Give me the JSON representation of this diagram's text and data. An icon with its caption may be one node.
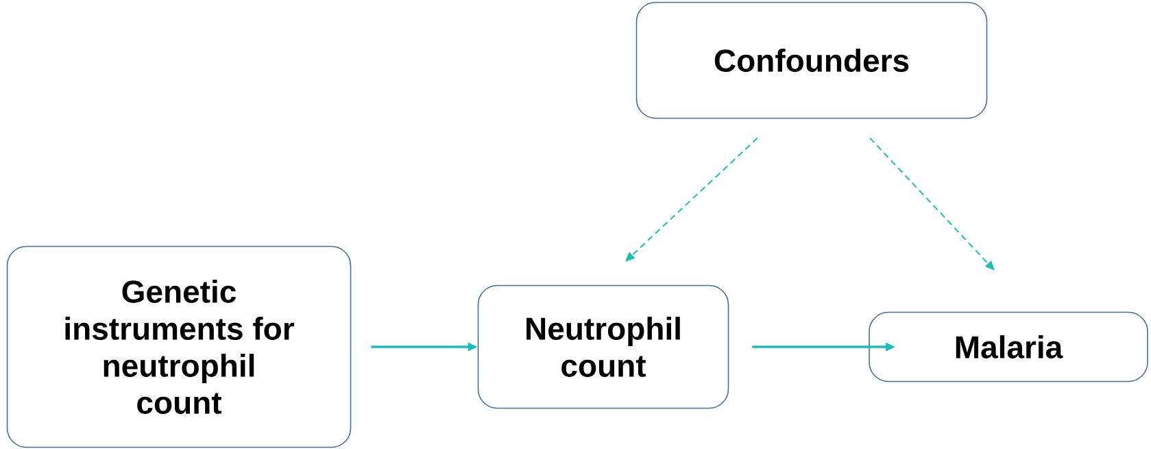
{
  "diagram": {
    "nodes": [
      {
        "text": [
          "Confounders"
        ]
      },
      {
        "text": [
          "Genetic instruments for neutrophil count"
        ]
      },
      {
        "text": [
          "Neutrophil count"
        ]
      },
      {
        "text": [
          "Malaria"
        ]
      }
    ],
    "edges": [
      {
        "from": 1,
        "to": 2,
        "arrow": "to"
      },
      {
        "from": 2,
        "to": 3,
        "arrow": "to"
      },
      {
        "from": 0,
        "to": 2,
        "arrow": "to",
        "style": "dashed"
      },
      {
        "from": 0,
        "to": 3,
        "arrow": "to",
        "style": "dashed"
      }
    ]
  }
}
